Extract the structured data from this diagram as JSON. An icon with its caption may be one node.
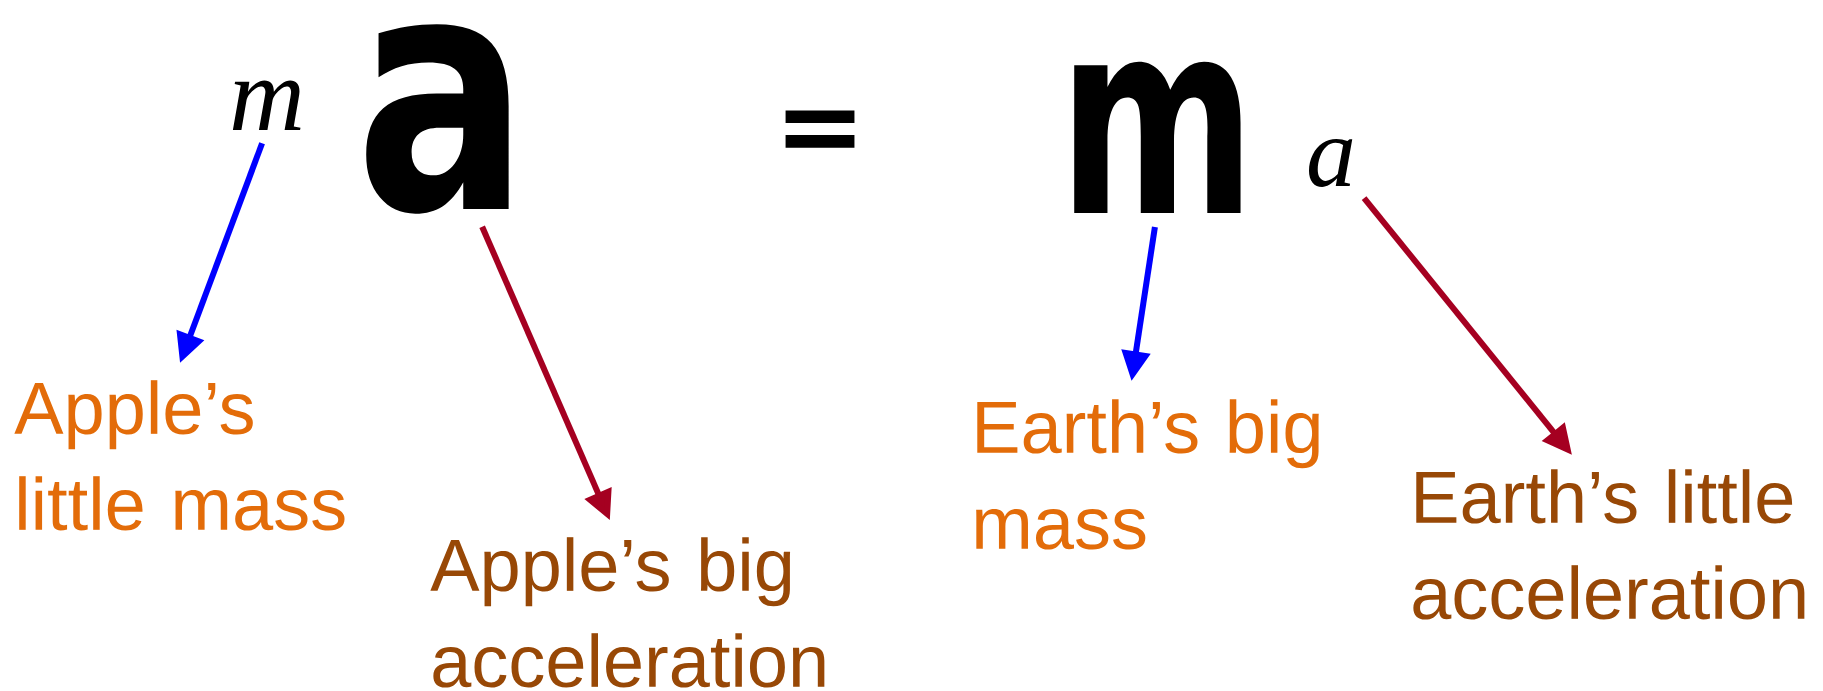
{
  "diagram": {
    "nodes": [
      {
        "text": [
          "m"
        ]
      },
      {
        "text": [
          "a"
        ]
      },
      {
        "text": [
          "m"
        ]
      },
      {
        "text": [
          "a"
        ]
      },
      {
        "text": [
          "Apple’s little mass"
        ]
      },
      {
        "text": [
          "Apple’s big acceleration"
        ]
      },
      {
        "text": [
          "Earth’s big mass"
        ]
      },
      {
        "text": [
          "Earth’s little acceleration"
        ]
      }
    ],
    "edges": [
      {
        "from": 0,
        "to": 4,
        "arrow": "to",
        "color": "#0000ff"
      },
      {
        "from": 1,
        "to": 5,
        "arrow": "to",
        "color": "#a50021"
      },
      {
        "from": 2,
        "to": 6,
        "arrow": "to",
        "color": "#0000ff"
      },
      {
        "from": 3,
        "to": 7,
        "arrow": "to",
        "color": "#a50021"
      }
    ],
    "labels": [
      "="
    ]
  }
}
